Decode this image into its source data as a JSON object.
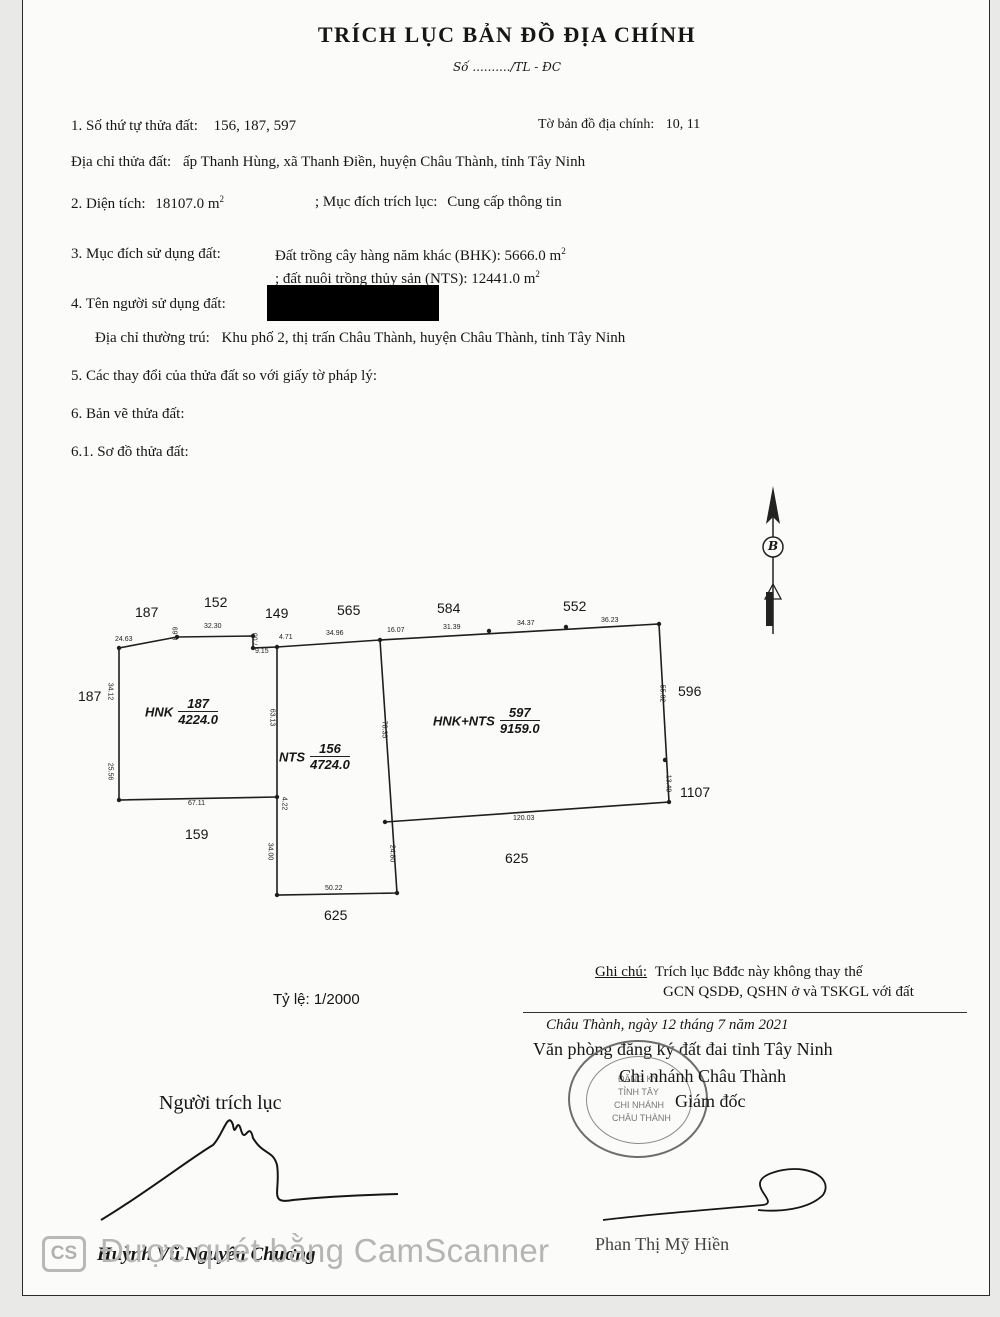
{
  "document": {
    "title": "TRÍCH LỤC BẢN ĐỒ ĐỊA CHÍNH",
    "doc_no": "Số ........../TL - ĐC"
  },
  "fields": {
    "parcel_no_label": "1. Số thứ tự thửa đất:",
    "parcel_no_value": "156, 187, 597",
    "map_sheet_label": "Tờ bản đồ địa chính:",
    "map_sheet_value": "10, 11",
    "address_label": "Địa chỉ thửa đất:",
    "address_value": "ấp Thanh Hùng, xã Thanh Điền, huyện Châu Thành, tỉnh Tây Ninh",
    "area_label": "2. Diện tích:",
    "area_value": "18107.0 m",
    "area_unit_exp": "2",
    "purpose_label": "; Mục đích trích lục:",
    "purpose_value": "Cung cấp thông tin",
    "use_label": "3. Mục đích sử dụng đất:",
    "use_line1": "Đất trồng cây hàng năm khác (BHK): 5666.0 m",
    "use_line2": "; đất nuôi trồng thủy sản (NTS): 12441.0 m",
    "user_label": "4. Tên người sử dụng đất:",
    "residence_label": "Địa chỉ thường trú:",
    "residence_value": "Khu phố 2, thị trấn Châu Thành, huyện Châu Thành, tỉnh Tây Ninh",
    "changes_label": "5. Các thay đổi của thửa đất so với giấy tờ pháp lý:",
    "drawing_label": "6. Bản vẽ thửa đất:",
    "diagram_label": "6.1. Sơ đồ thửa đất:"
  },
  "map": {
    "north_label": "B",
    "parcels": [
      {
        "code": "HNK",
        "number": "187",
        "area": "4224.0"
      },
      {
        "code": "NTS",
        "number": "156",
        "area": "4724.0"
      },
      {
        "code": "HNK+NTS",
        "number": "597",
        "area": "9159.0"
      }
    ],
    "neighbors": {
      "top": [
        "187",
        "152",
        "149",
        "565",
        "584",
        "552"
      ],
      "left": "187",
      "right_top": "596",
      "right_bottom": "1107",
      "bottom_left": "159",
      "bottom_mid": "625",
      "bottom_right": "625"
    },
    "dims": {
      "top_1": "24.63",
      "top_2": "8.69",
      "top_3": "32.30",
      "top_4": "7.00",
      "top_5": "4.71",
      "top_6": "34.96",
      "top_7": "16.07",
      "top_8": "31.39",
      "top_9": "34.37",
      "top_10": "36.23",
      "notch": "9.15",
      "left_1": "34.12",
      "left_2": "25.56",
      "div_1": "63.13",
      "bottom_1": "67.11",
      "div_2": "4.22",
      "div_3": "34.00",
      "div_4": "78.35",
      "bottom_mid": "50.22",
      "div_5": "24.80",
      "right_1": "55.02",
      "right_2": "13.49",
      "bottom_right": "120.03"
    },
    "scale": "Tỷ lệ: 1/2000"
  },
  "note": {
    "label": "Ghi chú:",
    "line1": "Trích lục Bđđc này không thay thế",
    "line2": "GCN QSDĐ, QSHN ở và TSKGL với đất"
  },
  "signing": {
    "place_date": "Châu Thành, ngày 12 tháng 7 năm 2021",
    "office_line1": "Văn phòng đăng ký đất đai tỉnh Tây Ninh",
    "office_line2": "Chi nhánh Châu Thành",
    "office_line3": "Giám đốc",
    "left_title": "Người trích lục",
    "left_name": "Huỳnh Vũ Nguyên Chương",
    "right_name": "Phan Thị Mỹ Hiền",
    "seal_text1": "ĐĂNG KÝ",
    "seal_text2": "TỈNH TÂY",
    "seal_text3": "CHI NHÁNH",
    "seal_text4": "CHÂU THÀNH"
  },
  "watermark": {
    "logo": "CS",
    "text": "Được quét bằng CamScanner"
  },
  "colors": {
    "paper": "#fbfbf9",
    "background": "#e9e9e7",
    "ink": "#161616",
    "watermark": "#b5b5b5"
  }
}
